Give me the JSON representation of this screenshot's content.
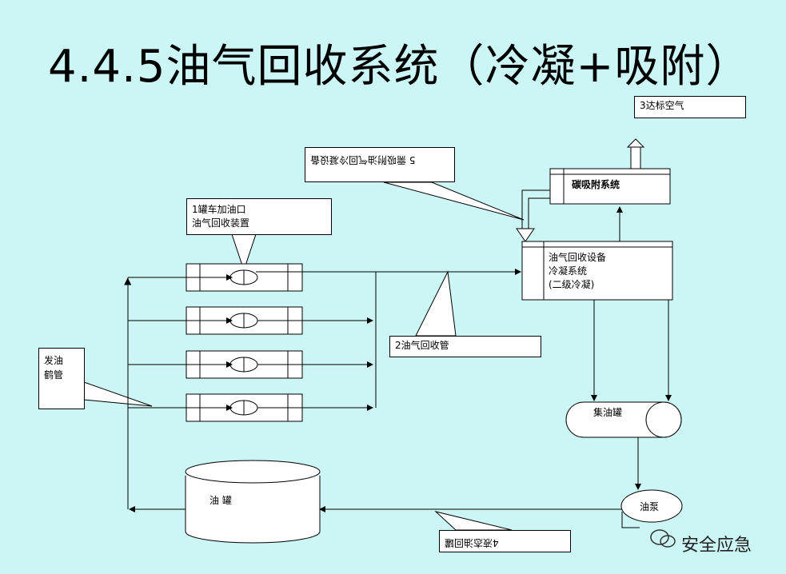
{
  "title": "4.4.5油气回收系统（冷凝+吸附）",
  "labels": {
    "air": "3达标空气",
    "flipped_note": "5 需吸附油气回冷凝设备",
    "carbon": "碳吸附系统",
    "tanker_1": "1罐车加油口",
    "tanker_2": "油气回收装置",
    "recovery_1": "油气回收设备",
    "recovery_2": "冷凝系统",
    "recovery_3": "(二级冷凝)",
    "pipe2": "2油气回收管",
    "dispatch_1": "发油",
    "dispatch_2": "鹤管",
    "collector": "集油罐",
    "tank": "油 罐",
    "pump": "油泵",
    "return_note": "4液态油回罐"
  },
  "watermark": "安全应急"
}
